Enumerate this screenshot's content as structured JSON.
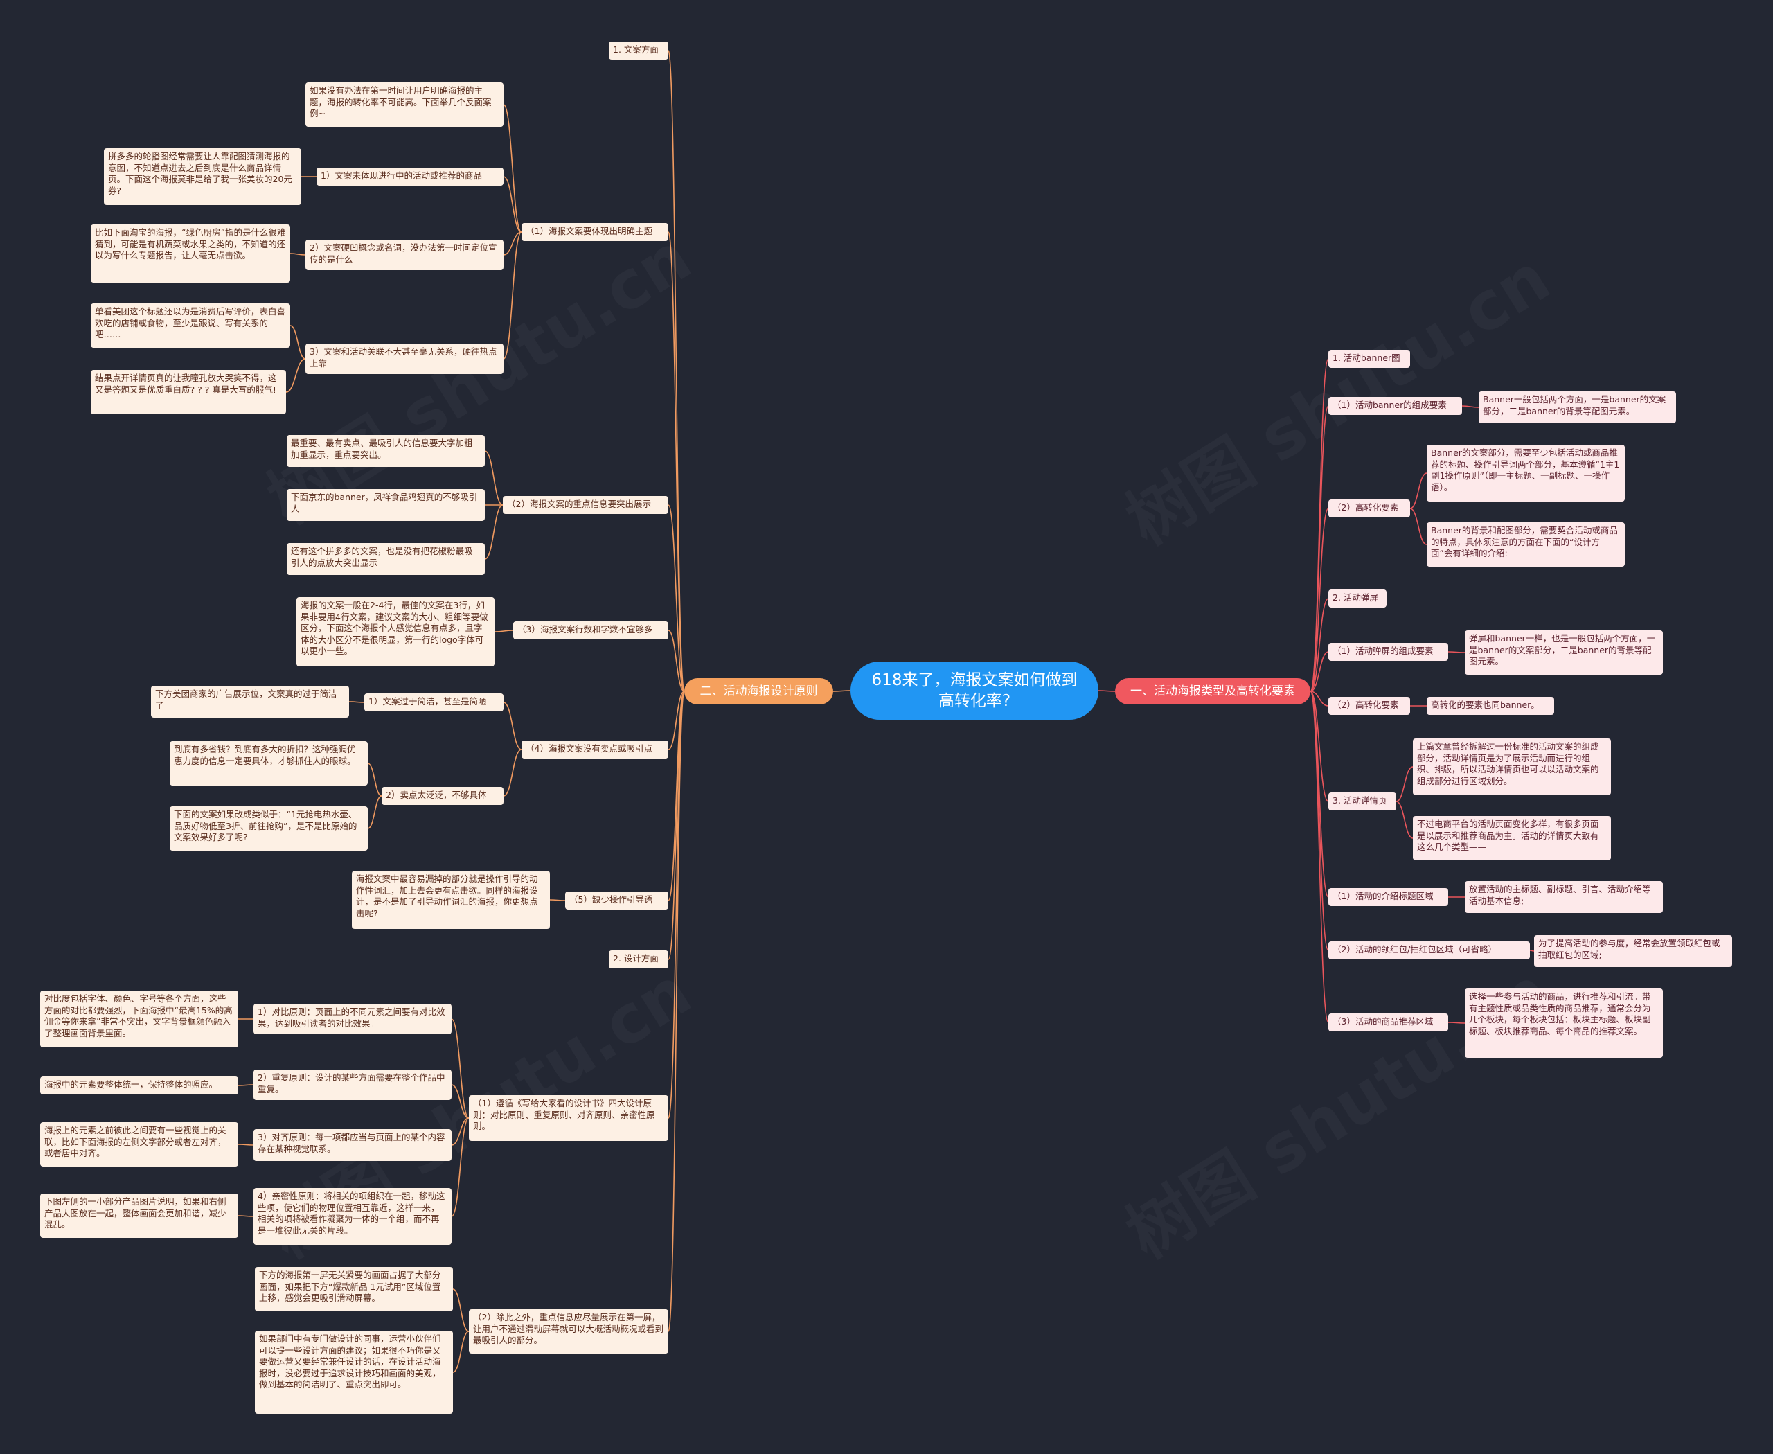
{
  "center": {
    "id": "center",
    "text": "618来了，海报文案如何做到高转化率?"
  },
  "watermark": "树图 shutu.cn",
  "colors": {
    "background": "#232733",
    "center": "#2196f3",
    "left_branch": "#f5a05d",
    "right_branch": "#f0585f",
    "left_link": "#f09a60",
    "right_link": "#e9555b"
  },
  "left": {
    "branch": {
      "id": "L",
      "text": "二、活动海报设计原则"
    },
    "nodes": [
      {
        "id": "L1",
        "parent": "L",
        "text": "1. 文案方面"
      },
      {
        "id": "L1a",
        "parent": "L",
        "text": "（1）海报文案要体现出明确主题"
      },
      {
        "id": "L1a0",
        "parent": "L1a",
        "text": "如果没有办法在第一时间让用户明确海报的主题，海报的转化率不可能高。下面举几个反面案例~"
      },
      {
        "id": "L1a1",
        "parent": "L1a",
        "text": "1）文案未体现进行中的活动或推荐的商品"
      },
      {
        "id": "L1a1x",
        "parent": "L1a1",
        "text": "拼多多的轮播图经常需要让人靠配图猜测海报的意图，不知道点进去之后到底是什么商品详情页。下面这个海报莫非是给了我一张美妆的20元券?"
      },
      {
        "id": "L1a2",
        "parent": "L1a",
        "text": "2）文案硬凹概念或名词，没办法第一时间定位宣传的是什么"
      },
      {
        "id": "L1a2x",
        "parent": "L1a2",
        "text": "比如下面淘宝的海报，“绿色厨房”指的是什么很难猜到，可能是有机蔬菜或水果之类的，不知道的还以为写什么专题报告，让人毫无点击欲。"
      },
      {
        "id": "L1a3",
        "parent": "L1a",
        "text": "3）文案和活动关联不大甚至毫无关系，硬往热点上靠"
      },
      {
        "id": "L1a3x",
        "parent": "L1a3",
        "text": "单看美团这个标题还以为是消费后写评价，表白喜欢吃的店铺或食物，至少是跟说、写有关系的吧……"
      },
      {
        "id": "L1a3y",
        "parent": "L1a3",
        "text": "结果点开详情页真的让我瞳孔放大哭笑不得，这又是答题又是优质重白质? ? ? 真是大写的服气!"
      },
      {
        "id": "L1b",
        "parent": "L",
        "text": "（2）海报文案的重点信息要突出展示"
      },
      {
        "id": "L1b1",
        "parent": "L1b",
        "text": "最重要、最有卖点、最吸引人的信息要大字加粗加重显示，重点要突出。"
      },
      {
        "id": "L1b2",
        "parent": "L1b",
        "text": "下面京东的banner，凤祥食品鸡翅真的不够吸引人"
      },
      {
        "id": "L1b3",
        "parent": "L1b",
        "text": "还有这个拼多多的文案，也是没有把花椒粉最吸引人的点放大突出显示"
      },
      {
        "id": "L1c",
        "parent": "L",
        "text": "（3）海报文案行数和字数不宜够多"
      },
      {
        "id": "L1c1",
        "parent": "L1c",
        "text": "海报的文案一般在2-4行，最佳的文案在3行，如果非要用4行文案，建议文案的大小、粗细等要做区分，下面这个海报个人感觉信息有点多，且字体的大小区分不是很明显，第一行的logo字体可以更小一些。"
      },
      {
        "id": "L1d",
        "parent": "L",
        "text": "（4）海报文案没有卖点或吸引点"
      },
      {
        "id": "L1d1",
        "parent": "L1d",
        "text": "1）文案过于简洁，甚至是简陋"
      },
      {
        "id": "L1d1x",
        "parent": "L1d1",
        "text": "下方美团商家的广告展示位，文案真的过于简洁了"
      },
      {
        "id": "L1d2",
        "parent": "L1d",
        "text": "2）卖点太泛泛，不够具体"
      },
      {
        "id": "L1d2x",
        "parent": "L1d2",
        "text": "到底有多省钱？到底有多大的折扣？这种强调优惠力度的信息一定要具体，才够抓住人的眼球。"
      },
      {
        "id": "L1d2y",
        "parent": "L1d2",
        "text": "下面的文案如果改成类似于：“1元抢电热水壶、品质好物低至3折、前往抢购”，是不是比原始的文案效果好多了呢?"
      },
      {
        "id": "L1e",
        "parent": "L",
        "text": "（5）缺少操作引导语"
      },
      {
        "id": "L1e1",
        "parent": "L1e",
        "text": "海报文案中最容易漏掉的部分就是操作引导的动作性词汇，加上去会更有点击欲。同样的海报设计，是不是加了引导动作词汇的海报，你更想点击呢?"
      },
      {
        "id": "L2",
        "parent": "L",
        "text": "2. 设计方面"
      },
      {
        "id": "L2a",
        "parent": "L",
        "text": "（1）遵循《写给大家看的设计书》四大设计原则：对比原则、重复原则、对齐原则、亲密性原则。"
      },
      {
        "id": "L2a1",
        "parent": "L2a",
        "text": "1）对比原则：页面上的不同元素之间要有对比效果，达到吸引读者的对比效果。"
      },
      {
        "id": "L2a1x",
        "parent": "L2a1",
        "text": "对比度包括字体、颜色、字号等各个方面，这些方面的对比都要强烈，下面海报中“最高15%的高佣金等你来拿”非常不突出，文字背景框颜色融入了整理画面背景里面。"
      },
      {
        "id": "L2a2",
        "parent": "L2a",
        "text": "2）重复原则：设计的某些方面需要在整个作品中重复。"
      },
      {
        "id": "L2a2x",
        "parent": "L2a2",
        "text": "海报中的元素要整体统一，保持整体的照应。"
      },
      {
        "id": "L2a3",
        "parent": "L2a",
        "text": "3）对齐原则：每一项都应当与页面上的某个内容存在某种视觉联系。"
      },
      {
        "id": "L2a3x",
        "parent": "L2a3",
        "text": "海报上的元素之前彼此之间要有一些视觉上的关联，比如下面海报的左侧文字部分或者左对齐，或者居中对齐。"
      },
      {
        "id": "L2a4",
        "parent": "L2a",
        "text": "4）亲密性原则：将相关的项组织在一起，移动这些项，使它们的物理位置相互靠近，这样一来，相关的项将被看作凝聚为一体的一个组，而不再是一堆彼此无关的片段。"
      },
      {
        "id": "L2a4x",
        "parent": "L2a4",
        "text": "下图左侧的一小部分产品图片说明，如果和右侧产品大图放在一起，整体画面会更加和谐，减少混乱。"
      },
      {
        "id": "L2b",
        "parent": "L",
        "text": "（2）除此之外，重点信息应尽量展示在第一屏，让用户不通过滑动屏幕就可以大概活动概况或看到最吸引人的部分。"
      },
      {
        "id": "L2b1",
        "parent": "L2b",
        "text": "下方的海报第一屏无关紧要的画面占据了大部分画面，如果把下方“爆款新品 1元试用”区域位置上移，感觉会更吸引滑动屏幕。"
      },
      {
        "id": "L2b2",
        "parent": "L2b",
        "text": "如果部门中有专门做设计的同事，运营小伙伴们可以提一些设计方面的建议；如果很不巧你是又要做运营又要经常兼任设计的话，在设计活动海报时，没必要过于追求设计技巧和画面的美观，做到基本的简洁明了、重点突出即可。"
      }
    ]
  },
  "right": {
    "branch": {
      "id": "R",
      "text": "一、活动海报类型及高转化要素"
    },
    "nodes": [
      {
        "id": "R1",
        "parent": "R",
        "text": "1. 活动banner图"
      },
      {
        "id": "R1a",
        "parent": "R",
        "text": "（1）活动banner的组成要素"
      },
      {
        "id": "R1a1",
        "parent": "R1a",
        "text": "Banner一般包括两个方面，一是banner的文案部分，二是banner的背景等配图元素。"
      },
      {
        "id": "R1b",
        "parent": "R",
        "text": "（2）高转化要素"
      },
      {
        "id": "R1b1",
        "parent": "R1b",
        "text": "Banner的文案部分，需要至少包括活动或商品推荐的标题、操作引导词两个部分，基本遵循“1主1副1操作原则”（即一主标题、一副标题、一操作语）。"
      },
      {
        "id": "R1b2",
        "parent": "R1b",
        "text": "Banner的背景和配图部分，需要契合活动或商品的特点，具体须注意的方面在下面的“设计方面”会有详细的介绍:"
      },
      {
        "id": "R2",
        "parent": "R",
        "text": "2. 活动弹屏"
      },
      {
        "id": "R2a",
        "parent": "R",
        "text": "（1）活动弹屏的组成要素"
      },
      {
        "id": "R2a1",
        "parent": "R2a",
        "text": "弹屏和banner一样，也是一般包括两个方面，一是banner的文案部分，二是banner的背景等配图元素。"
      },
      {
        "id": "R2b",
        "parent": "R",
        "text": "（2）高转化要素"
      },
      {
        "id": "R2b1",
        "parent": "R2b",
        "text": "高转化的要素也同banner。"
      },
      {
        "id": "R3",
        "parent": "R",
        "text": "3. 活动详情页"
      },
      {
        "id": "R3x",
        "parent": "R3",
        "text": "上篇文章曾经拆解过一份标准的活动文案的组成部分，活动详情页是为了展示活动而进行的组织、排版，所以活动详情页也可以以活动文案的组成部分进行区域划分。"
      },
      {
        "id": "R3y",
        "parent": "R3",
        "text": "不过电商平台的活动页面变化多样，有很多页面是以展示和推荐商品为主。活动的详情页大致有这么几个类型——"
      },
      {
        "id": "R3a",
        "parent": "R",
        "text": "（1）活动的介绍标题区域"
      },
      {
        "id": "R3a1",
        "parent": "R3a",
        "text": "放置活动的主标题、副标题、引言、活动介绍等活动基本信息;"
      },
      {
        "id": "R3b",
        "parent": "R",
        "text": "（2）活动的领红包/抽红包区域（可省略）"
      },
      {
        "id": "R3b1",
        "parent": "R3b",
        "text": "为了提高活动的参与度，经常会放置领取红包或抽取红包的区域;"
      },
      {
        "id": "R3c",
        "parent": "R",
        "text": "（3）活动的商品推荐区域"
      },
      {
        "id": "R3c1",
        "parent": "R3c",
        "text": "选择一些参与活动的商品，进行推荐和引流。带有主题性质或品类性质的商品推荐，通常会分为几个板块，每个板块包括：板块主标题、板块副标题、板块推荐商品、每个商品的推荐文案。"
      }
    ]
  }
}
